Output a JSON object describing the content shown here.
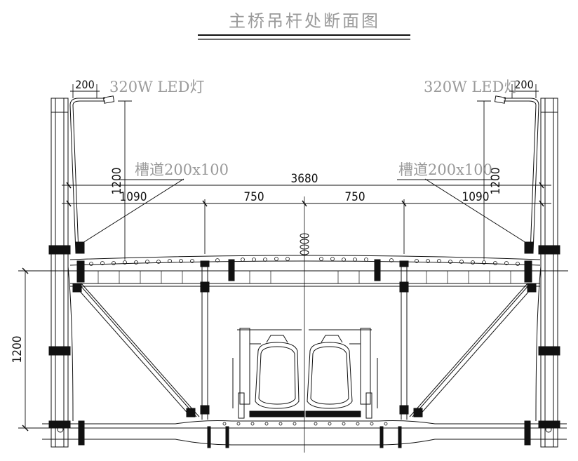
{
  "title": "主桥吊杆处断面图",
  "labels": {
    "lamp_left": "320W LED灯",
    "lamp_right": "320W LED灯",
    "trough_left": "槽道200x100",
    "trough_right": "槽道200x100"
  },
  "dimensions": {
    "offset_left": "200",
    "offset_right": "200",
    "total_width": "3680",
    "segment_1": "1090",
    "segment_2": "750",
    "segment_3": "750",
    "segment_4": "1090",
    "lamp_height_left": "1200",
    "lamp_height_right": "1200",
    "girder_depth": "1200"
  },
  "colors": {
    "line": "#111111",
    "annotation": "#9a9a9a"
  }
}
